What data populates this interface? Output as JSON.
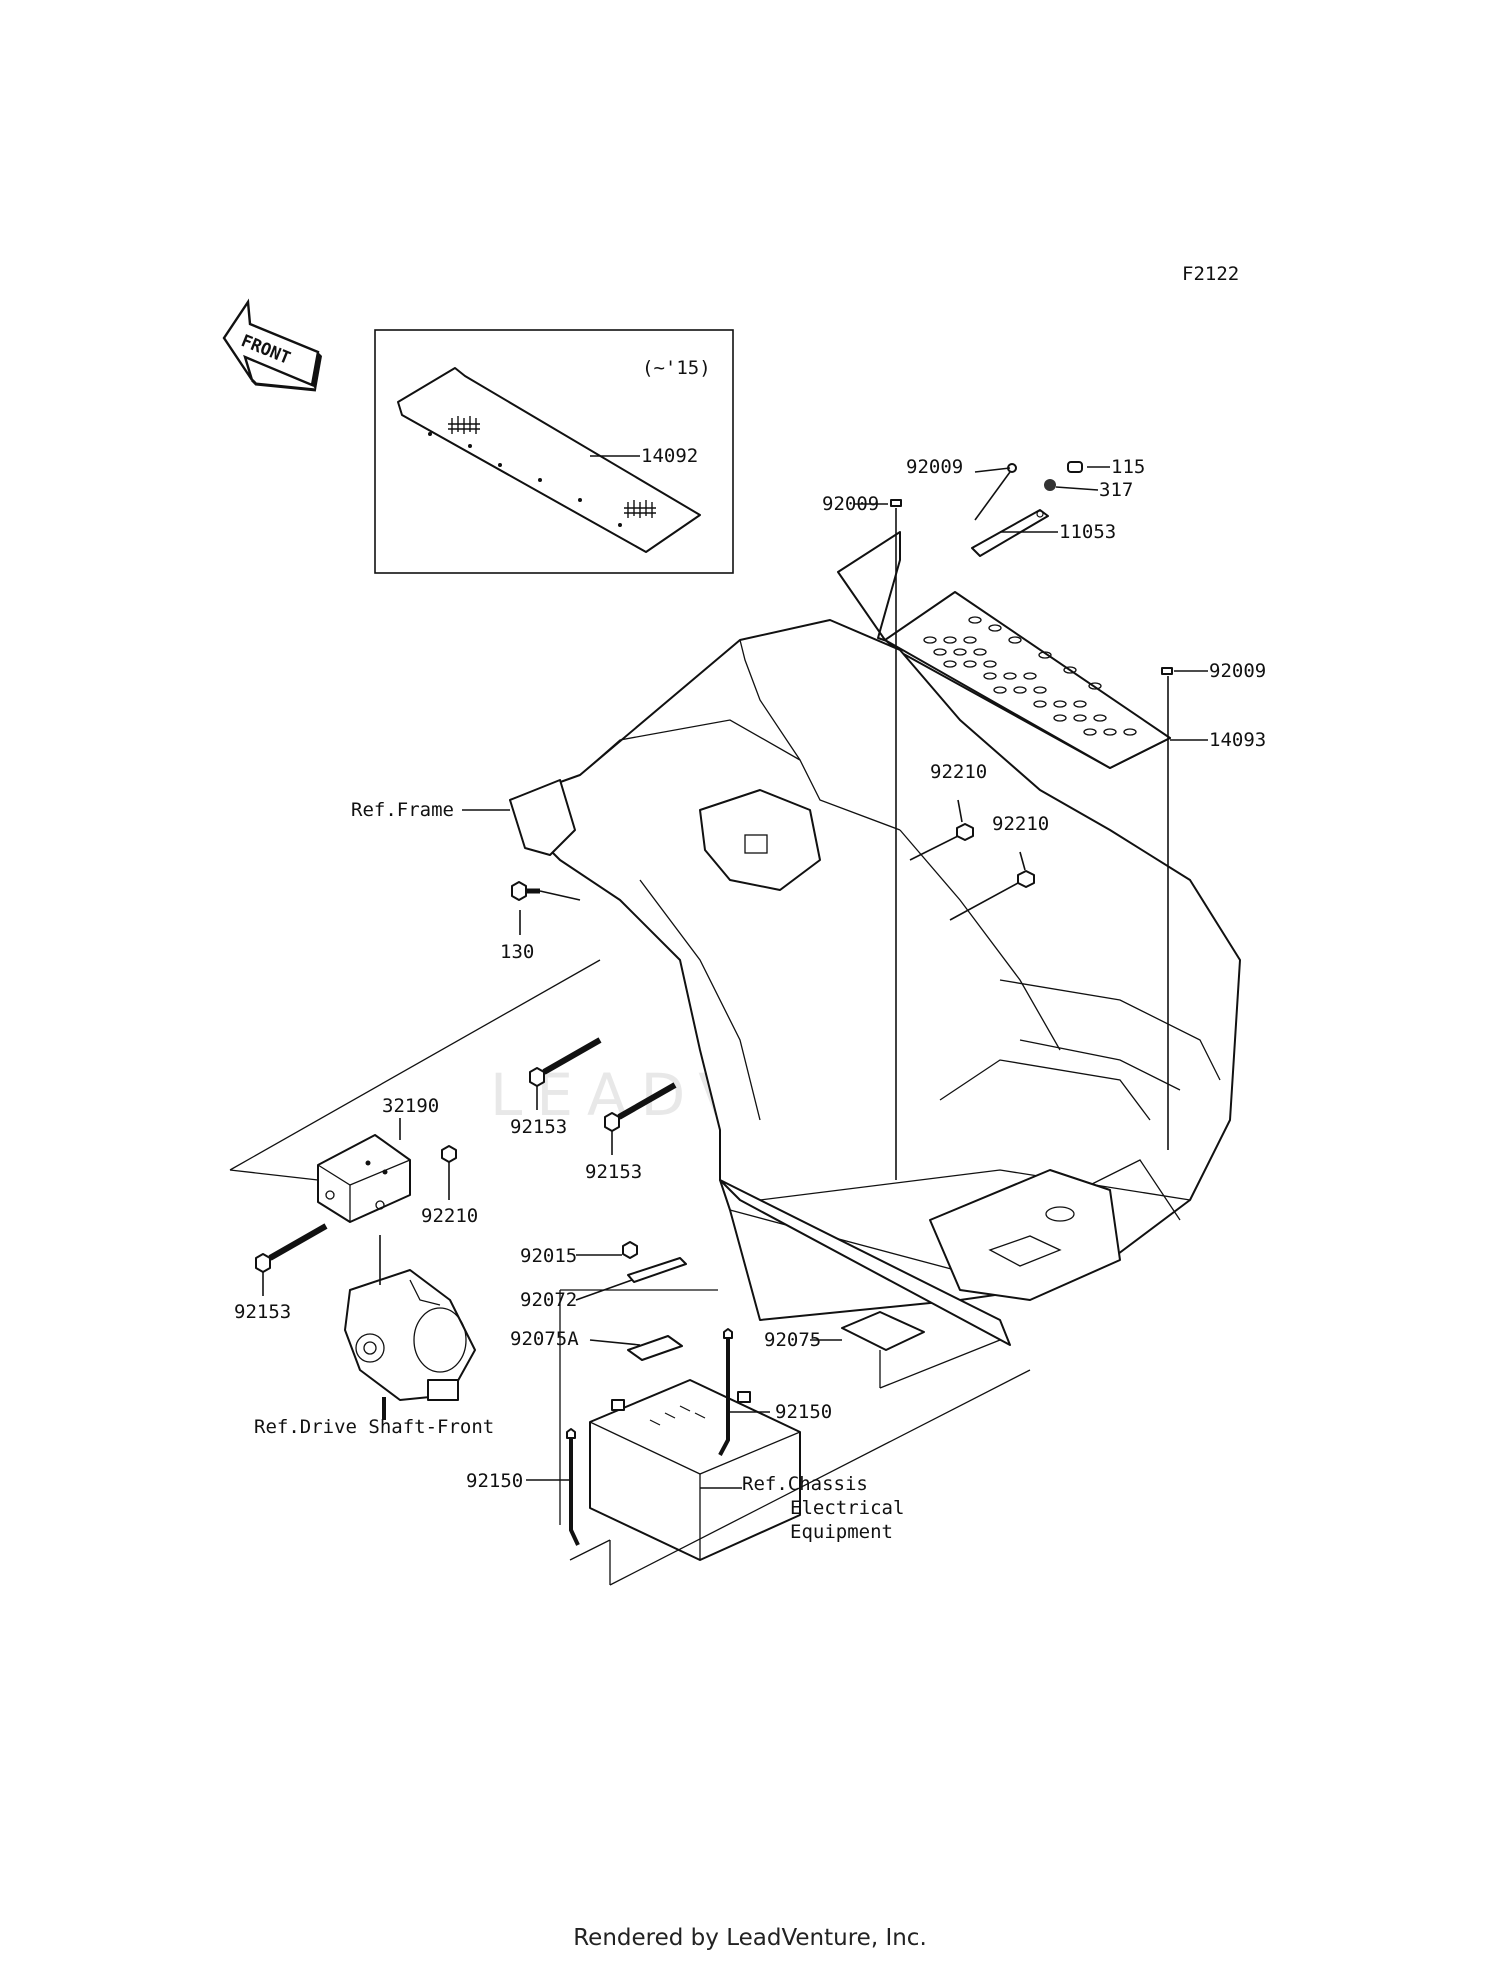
{
  "diagram": {
    "figure_code": "F2122",
    "orientation_tag": "FRONT",
    "inset_note": "(~'15)",
    "watermark": "LEADVENTURE",
    "footer": "Rendered by LeadVenture, Inc."
  },
  "callouts": {
    "p14092": "14092",
    "p92009_a": "92009",
    "p92009_b": "92009",
    "p92009_c": "92009",
    "p115": "115",
    "p317": "317",
    "p11053": "11053",
    "p14093": "14093",
    "p92210_a": "92210",
    "p92210_b": "92210",
    "p92210_c": "92210",
    "ref_frame": "Ref.Frame",
    "p130": "130",
    "p92153_a": "92153",
    "p92153_b": "92153",
    "p92153_c": "92153",
    "p32190": "32190",
    "p92015": "92015",
    "p92072": "92072",
    "p92075A": "92075A",
    "p92075": "92075",
    "p92150_a": "92150",
    "p92150_b": "92150",
    "ref_drive_shaft": "Ref.Drive Shaft-Front",
    "ref_chassis_1": "Ref.Chassis",
    "ref_chassis_2": "Electrical",
    "ref_chassis_3": "Equipment"
  }
}
